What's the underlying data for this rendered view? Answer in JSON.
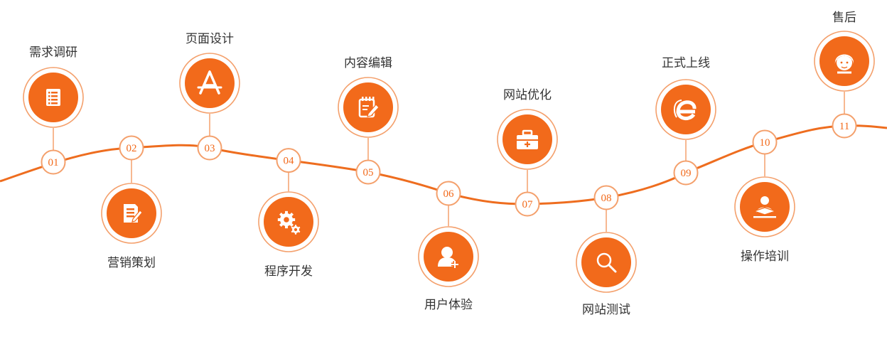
{
  "steps": [
    {
      "number": "01",
      "label": "需求调研",
      "icon": "document-list-icon",
      "side": "up"
    },
    {
      "number": "02",
      "label": "营销策划",
      "icon": "document-edit-icon",
      "side": "down"
    },
    {
      "number": "03",
      "label": "页面设计",
      "icon": "design-app-icon",
      "side": "up"
    },
    {
      "number": "04",
      "label": "程序开发",
      "icon": "gears-icon",
      "side": "down"
    },
    {
      "number": "05",
      "label": "内容编辑",
      "icon": "notepad-edit-icon",
      "side": "up"
    },
    {
      "number": "06",
      "label": "用户体验",
      "icon": "user-add-icon",
      "side": "down"
    },
    {
      "number": "07",
      "label": "网站优化",
      "icon": "toolbox-icon",
      "side": "up"
    },
    {
      "number": "08",
      "label": "网站测试",
      "icon": "search-icon",
      "side": "down"
    },
    {
      "number": "09",
      "label": "正式上线",
      "icon": "browser-e-icon",
      "side": "up"
    },
    {
      "number": "10",
      "label": "操作培训",
      "icon": "teacher-icon",
      "side": "down"
    },
    {
      "number": "11",
      "label": "售后",
      "icon": "support-agent-icon",
      "side": "up"
    }
  ],
  "colors": {
    "accent": "#f26a1b",
    "line": "#ee6d1f",
    "ring": "#f4a06c",
    "text": "#333333"
  }
}
